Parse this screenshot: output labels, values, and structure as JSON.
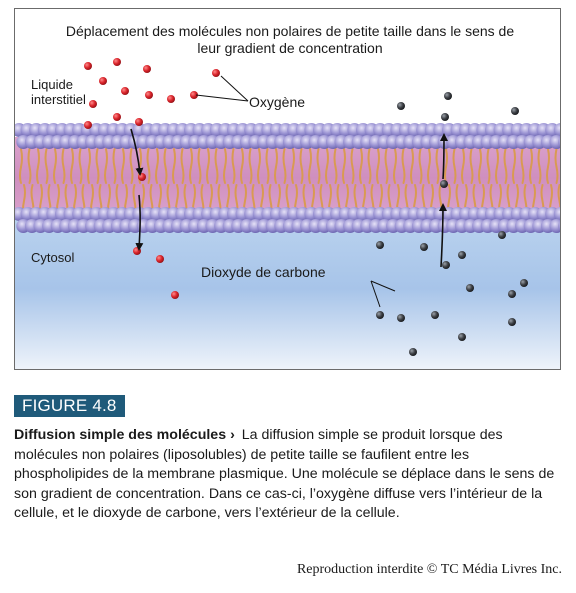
{
  "diagram": {
    "header": "Déplacement des molécules non polaires de petite taille dans le sens de leur gradient de concentration",
    "labels": {
      "liquide_line1": "Liquide",
      "liquide_line2": "interstitiel",
      "oxygene": "Oxygène",
      "cytosol": "Cytosol",
      "dioxyde": "Dioxyde de carbone"
    },
    "colors": {
      "oxygen": "#d9232a",
      "co2": "#3c3f44",
      "membrane_pink": "#d79ac6",
      "head_purple": "#8c86cc",
      "tail_orange": "#d99a52",
      "cytosol_blue": "#a9c6ea",
      "arrow": "#111111"
    }
  },
  "figure": {
    "number": "FIGURE 4.8",
    "caption_title": "Diffusion simple des molécules",
    "caption_chevron": "›",
    "caption_body": "La diffusion simple se produit lorsque des molécules non polaires (liposolubles) de petite taille se faufilent entre les phospholipides de la membrane plasmique. Une molécule se déplace dans le sens de son gradient de concentration. Dans ce cas-ci, l’oxygène diffuse vers l’intérieur de la cellule, et le dioxyde de carbone, vers l’extérieur de la cellule."
  },
  "footer": {
    "copyright": "Reproduction interdite © TC Média Livres Inc."
  }
}
